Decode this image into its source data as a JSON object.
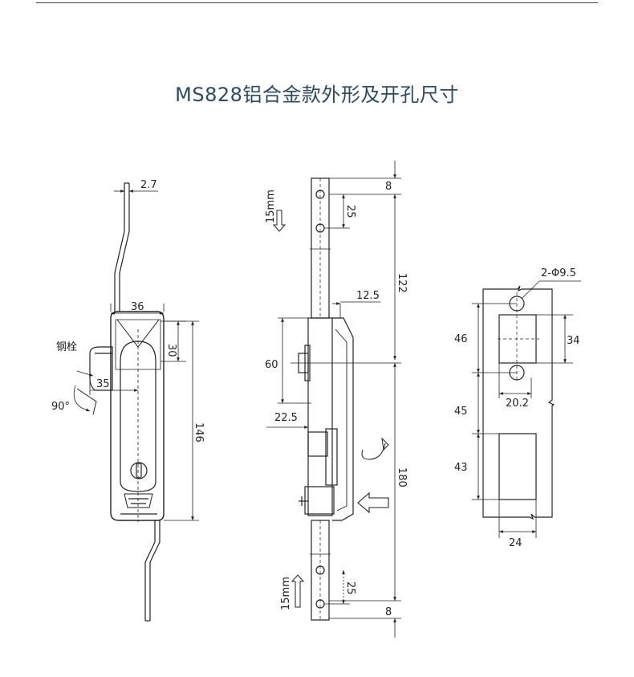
{
  "title": "MS828铝合金款外形及开孔尺寸",
  "left_view": {
    "dim_rod": "2.7",
    "dim_width": "36",
    "dim_top": "30",
    "dim_height": "146",
    "dim_offset": "35",
    "label_pin": "钢栓",
    "label_rotate": "90°"
  },
  "middle_view": {
    "label_top_travel": "15mm",
    "label_bottom_travel": "15mm",
    "dim_top_edge": "8",
    "dim_top_hole": "25",
    "dim_upper": "122",
    "dim_offset": "12.5",
    "dim_body": "60",
    "dim_side": "22.5",
    "dim_lower": "180",
    "dim_bottom_hole": "25",
    "dim_bottom_edge": "8"
  },
  "right_view": {
    "dim_hole": "2-Φ9.5",
    "dim_46": "46",
    "dim_34": "34",
    "dim_20_2": "20.2",
    "dim_45": "45",
    "dim_43": "43",
    "dim_24": "24"
  }
}
